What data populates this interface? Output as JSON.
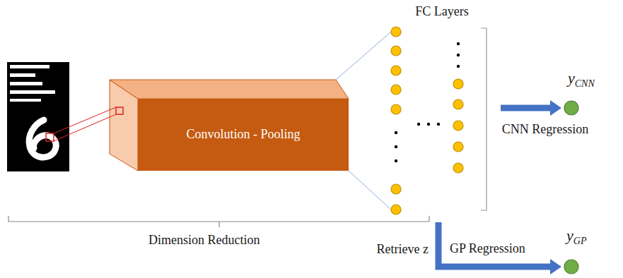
{
  "diagram": {
    "nodes": [
      {
        "text": [
          "Convolution - Pooling"
        ]
      },
      {
        "text": [
          "FC Layers"
        ]
      },
      {
        "text": [
          "y",
          "CNN"
        ]
      },
      {
        "text": [
          "y",
          "GP"
        ]
      }
    ],
    "edges": [
      {
        "from": 1,
        "to": 2,
        "arrow": "to",
        "label": "CNN Regression"
      },
      {
        "from": 1,
        "to": 3,
        "arrow": "to",
        "label": "GP Regression"
      }
    ],
    "labels": [
      "Dimension Reduction",
      "Retrieve z"
    ]
  }
}
